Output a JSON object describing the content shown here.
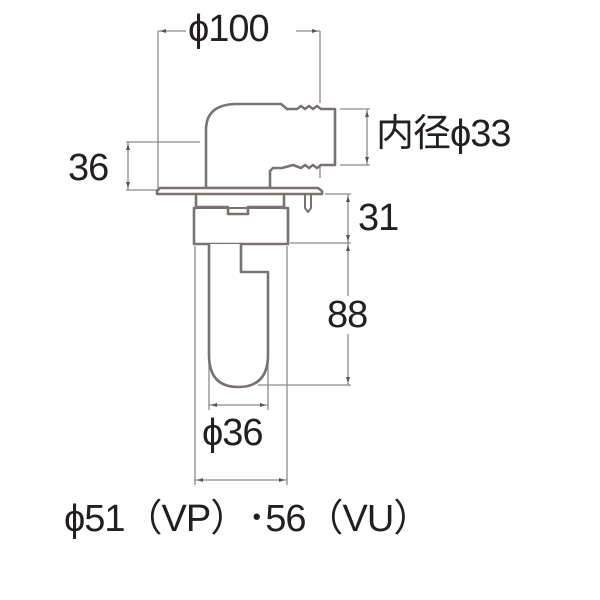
{
  "diagram": {
    "type": "dimension-drawing",
    "subject": "elbow drain fitting with trap",
    "colors": {
      "outline": "#7a7270",
      "dimension_line": "#8a8a8a",
      "text": "#231f20",
      "background": "#ffffff"
    },
    "units": "mm",
    "dimensions": {
      "flange_diameter": {
        "label": "ϕ100",
        "value": 100,
        "kind": "diameter"
      },
      "inner_diameter": {
        "label": "内径ϕ33",
        "value": 33,
        "kind": "inner-diameter"
      },
      "elbow_height": {
        "label": "36",
        "value": 36,
        "kind": "height"
      },
      "body_height": {
        "label": "31",
        "value": 31,
        "kind": "height"
      },
      "trap_length": {
        "label": "88",
        "value": 88,
        "kind": "length"
      },
      "trap_diameter": {
        "label": "ϕ36",
        "value": 36,
        "kind": "diameter"
      },
      "pipe_compat": {
        "label": "ϕ51（VP）･56（VU）",
        "values": [
          51,
          56
        ],
        "pipe_types": [
          "VP",
          "VU"
        ],
        "kind": "diameter"
      }
    }
  }
}
